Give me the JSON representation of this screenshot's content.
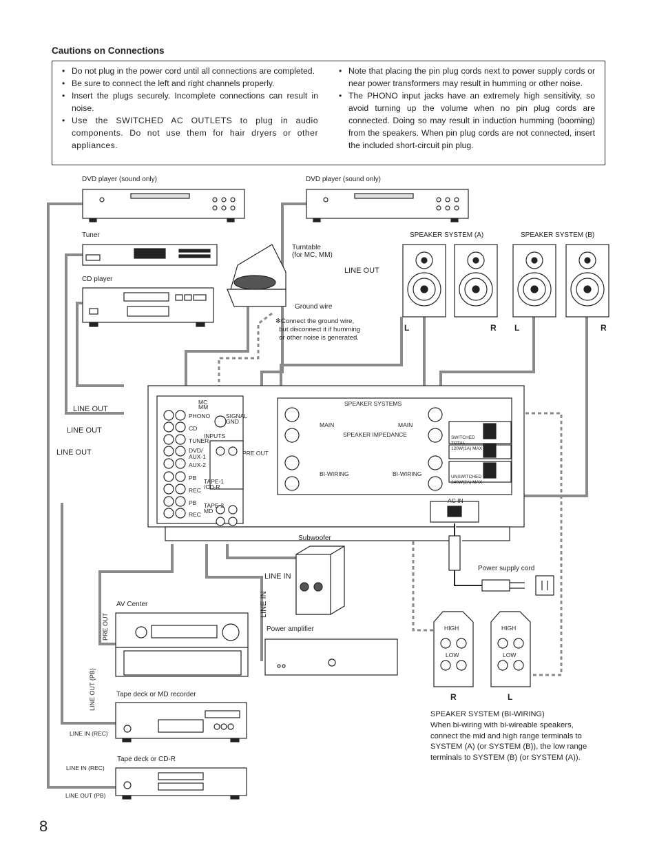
{
  "heading": "Cautions on Connections",
  "cautions_left": [
    "Do not plug in the power cord until all connections are completed.",
    "Be sure to connect the left and right channels properly.",
    "Insert the plugs securely.  Incomplete connections can result in noise.",
    "Use the SWITCHED AC OUTLETS to plug in audio components.  Do not use them for hair dryers or other appliances."
  ],
  "cautions_right": [
    "Note that placing the pin plug cords next to power supply cords or near power transformers may result in humming or other noise.",
    "The PHONO input jacks have an extremely high sensitivity, so avoid turning up the volume when no pin plug cords are connected.  Doing so may result in induction humming (booming) from the speakers.  When pin plug cords are not connected, insert the included short-circuit pin plug."
  ],
  "labels": {
    "dvd1": "DVD player (sound only)",
    "dvd2": "DVD player (sound only)",
    "tuner": "Tuner",
    "cd": "CD player",
    "turntable": "Turntable\n(for MC, MM)",
    "line_out_top": "LINE OUT",
    "ground_wire": "Ground wire",
    "ground_note": "✻Connect the ground wire,\n  but disconnect it if humming\n  or other noise is generated.",
    "spk_a": "SPEAKER SYSTEM (A)",
    "spk_b": "SPEAKER SYSTEM (B)",
    "spk_l1": "L",
    "spk_r1": "R",
    "spk_l2": "L",
    "spk_r2": "R",
    "line_out_1": "LINE OUT",
    "line_out_2": "LINE OUT",
    "line_out_3": "LINE OUT",
    "subwoofer": "Subwoofer",
    "line_in": "LINE IN",
    "line_in_vert": "LINE IN",
    "power_supply_cord": "Power supply cord",
    "av_center": "AV Center",
    "pre_out": "PRE OUT",
    "power_amp": "Power amplifier",
    "line_out_pb_vert": "LINE OUT (PB)",
    "tape_md": "Tape deck or MD recorder",
    "line_in_rec_1": "LINE IN (REC)",
    "tape_cdr": "Tape deck or CD-R",
    "line_in_rec_2": "LINE IN (REC)",
    "line_out_pb": "LINE OUT (PB)",
    "high_1": "HIGH",
    "low_1": "LOW",
    "high_2": "HIGH",
    "low_2": "LOW",
    "biwire_r": "R",
    "biwire_l": "L",
    "biwire_title": "SPEAKER SYSTEM (BI-WIRING)",
    "biwire_text": "When bi-wiring with bi-wireable speakers, connect the mid and high range terminals to SYSTEM (A) (or SYSTEM (B)), the low range terminals to SYSTEM (B) (or SYSTEM (A))."
  },
  "panel": {
    "phono": "PHONO",
    "cd": "CD",
    "tuner": "TUNER",
    "dvd": "DVD/\nAUX-1",
    "aux2": "AUX-2",
    "pb": "PB",
    "rec": "REC",
    "pb2": "PB",
    "rec2": "REC",
    "tape1": "TAPE-1\n/CD-R",
    "tape2": "TAPE-2\nMD",
    "inputs": "INPUTS",
    "signal_gnd": "SIGNAL\nGND",
    "mc": "MC",
    "mm": "MM",
    "pre_out": "PRE OUT",
    "speaker_systems": "SPEAKER SYSTEMS",
    "main": "MAIN",
    "impedance": "SPEAKER IMPEDANCE",
    "biwiring": "BI-WIRING",
    "switched": "SWITCHED\nTOTAL\n120W(1A) MAX",
    "unswitched": "UNSWITCHED\n240W(2A) MAX",
    "ac_in": "AC IN"
  },
  "page_number": "8"
}
